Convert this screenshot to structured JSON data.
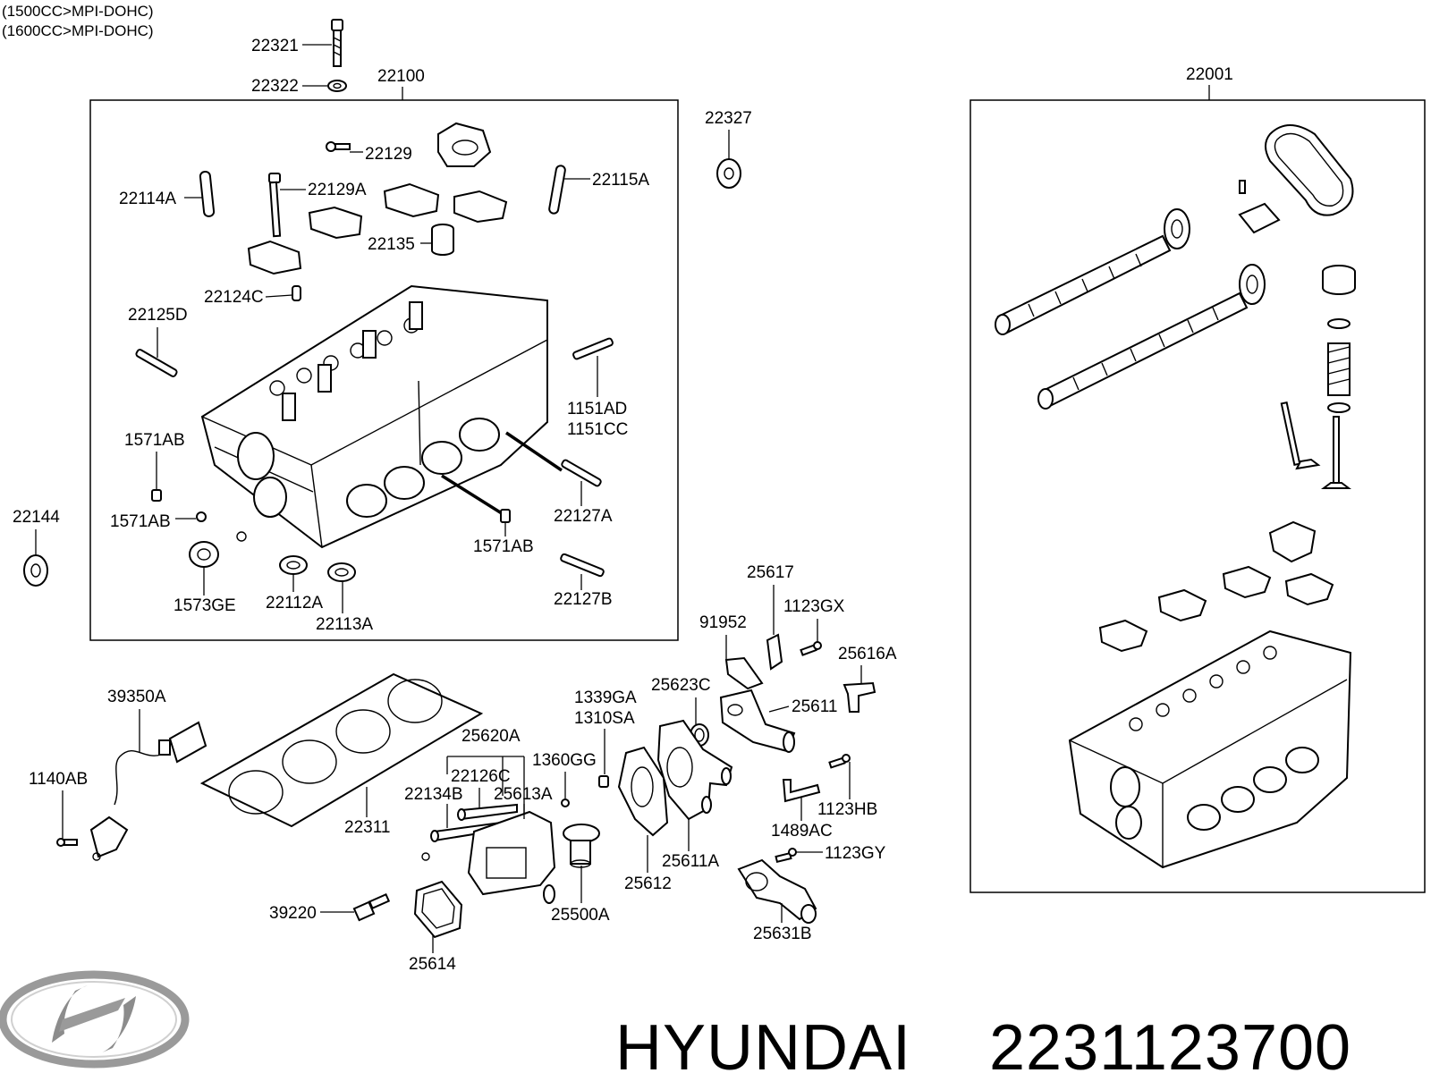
{
  "header": {
    "variant_1": "(1500CC>MPI-DOHC)",
    "variant_2": "(1600CC>MPI-DOHC)"
  },
  "groups": {
    "cylinder_head_box": "22100",
    "head_assembly_box": "22001"
  },
  "callouts": {
    "p22321": "22321",
    "p22322": "22322",
    "p22129": "22129",
    "p22114A": "22114A",
    "p22129A": "22129A",
    "p22115A": "22115A",
    "p22135": "22135",
    "p22124C": "22124C",
    "p22125D": "22125D",
    "p1151AD": "1151AD",
    "p1151CC": "1151CC",
    "p1571AB_a": "1571AB",
    "p1571AB_b": "1571AB",
    "p1571AB_c": "1571AB",
    "p22127A": "22127A",
    "p22127B": "22127B",
    "p1573GE": "1573GE",
    "p22112A": "22112A",
    "p22113A": "22113A",
    "p22144": "22144",
    "p22327": "22327",
    "p25617": "25617",
    "p91952": "91952",
    "p1123GX": "1123GX",
    "p25616A": "25616A",
    "p25623C": "25623C",
    "p25611": "25611",
    "p39350A": "39350A",
    "p1140AB": "1140AB",
    "p1339GA": "1339GA",
    "p1310SA": "1310SA",
    "p25620A": "25620A",
    "p1360GG": "1360GG",
    "p22126C": "22126C",
    "p22134B": "22134B",
    "p25613A": "25613A",
    "p22311": "22311",
    "p1123HB": "1123HB",
    "p1489AC": "1489AC",
    "p1123GY": "1123GY",
    "p25611A": "25611A",
    "p25612": "25612",
    "p25500A": "25500A",
    "p39220": "39220",
    "p25614": "25614",
    "p25631B": "25631B"
  },
  "footer": {
    "brand": "HYUNDAI",
    "part_number": "2231123700"
  },
  "icons": {
    "logo": "hyundai-logo-icon"
  }
}
